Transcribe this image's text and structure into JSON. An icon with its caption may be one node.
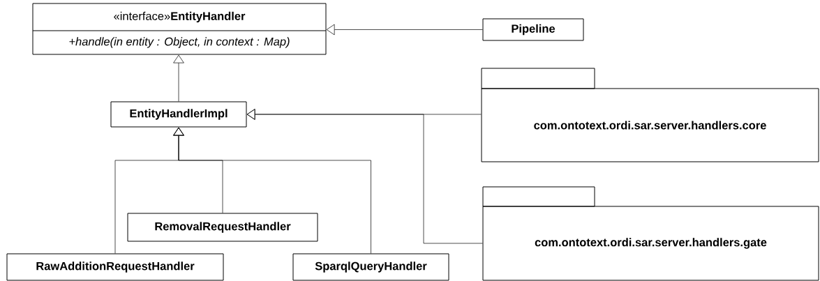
{
  "diagram": {
    "nodes": [
      {
        "text": [
          "«interface»**EntityHandler**",
          "+handle(in entity : Object, in context : Map)"
        ]
      },
      {
        "text": [
          "Pipeline"
        ]
      },
      {
        "text": [
          "EntityHandlerImpl"
        ]
      },
      {
        "text": [
          "com.ontotext.ordi.sar.server.handlers.core"
        ]
      },
      {
        "text": [
          "com.ontotext.ordi.sar.server.handlers.gate"
        ]
      },
      {
        "text": [
          "RemovalRequestHandler"
        ]
      },
      {
        "text": [
          "RawAdditionRequestHandler"
        ]
      },
      {
        "text": [
          "SparqlQueryHandler"
        ]
      }
    ],
    "edges": [
      {
        "from": 1,
        "to": 0,
        "arrow": "to"
      },
      {
        "from": 2,
        "to": 0,
        "arrow": "to"
      },
      {
        "from": 3,
        "to": 2,
        "arrow": "to"
      },
      {
        "from": 4,
        "to": 2,
        "arrow": "to"
      },
      {
        "from": 5,
        "to": 2,
        "arrow": "to"
      },
      {
        "from": 6,
        "to": 2,
        "arrow": "to"
      },
      {
        "from": 7,
        "to": 2,
        "arrow": "to"
      }
    ]
  }
}
